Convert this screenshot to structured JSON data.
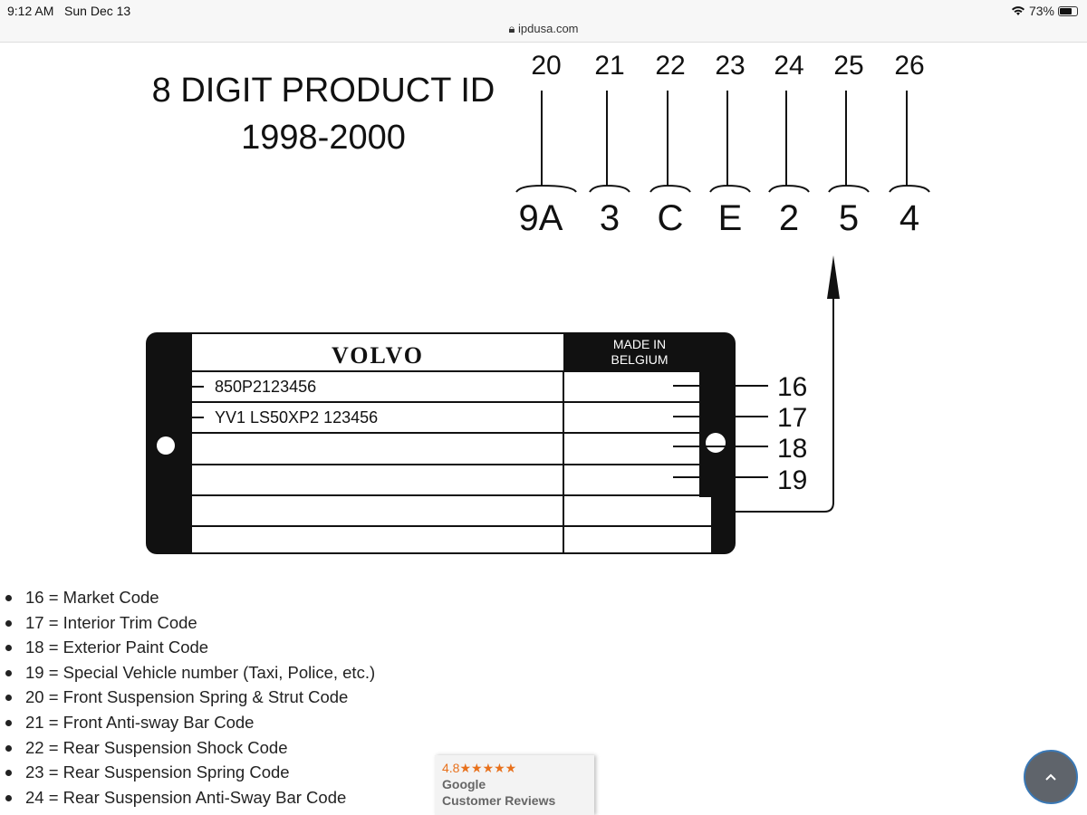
{
  "status_bar": {
    "time": "9:12 AM",
    "date": "Sun Dec 13",
    "battery": "73%",
    "battery_level": 0.73,
    "wifi_icon": "wifi-icon"
  },
  "address_bar": {
    "url": "ipdusa.com",
    "icon": "lock-icon"
  },
  "diagram": {
    "title_line1": "8 DIGIT PRODUCT ID",
    "title_line2": "1998-2000",
    "positions": [
      "20",
      "21",
      "22",
      "23",
      "24",
      "25",
      "26"
    ],
    "characters": [
      "9A",
      "3",
      "C",
      "E",
      "2",
      "5",
      "4"
    ],
    "plate": {
      "brand": "VOLVO",
      "made_in_line1": "MADE IN",
      "made_in_line2": "BELGIUM",
      "row1": "850P2123456",
      "row2": "YV1 LS50XP2 123456"
    },
    "callouts": [
      "16",
      "17",
      "18",
      "19"
    ]
  },
  "codes": [
    "16 = Market Code",
    "17 = Interior Trim Code",
    "18 = Exterior Paint Code",
    "19 = Special Vehicle number (Taxi, Police, etc.)",
    "20 = Front Suspension Spring & Strut Code",
    "21 = Front Anti-sway Bar Code",
    "22 = Rear Suspension Shock Code",
    "23 = Rear Suspension Spring Code",
    "24 = Rear Suspension Anti-Sway Bar Code"
  ],
  "reviews_widget": {
    "rating": "4.8",
    "stars": "★★★★★",
    "line1": "Google",
    "line2": "Customer Reviews"
  },
  "scroll_top": {
    "icon": "chevron-up-icon",
    "label": "⌃"
  }
}
